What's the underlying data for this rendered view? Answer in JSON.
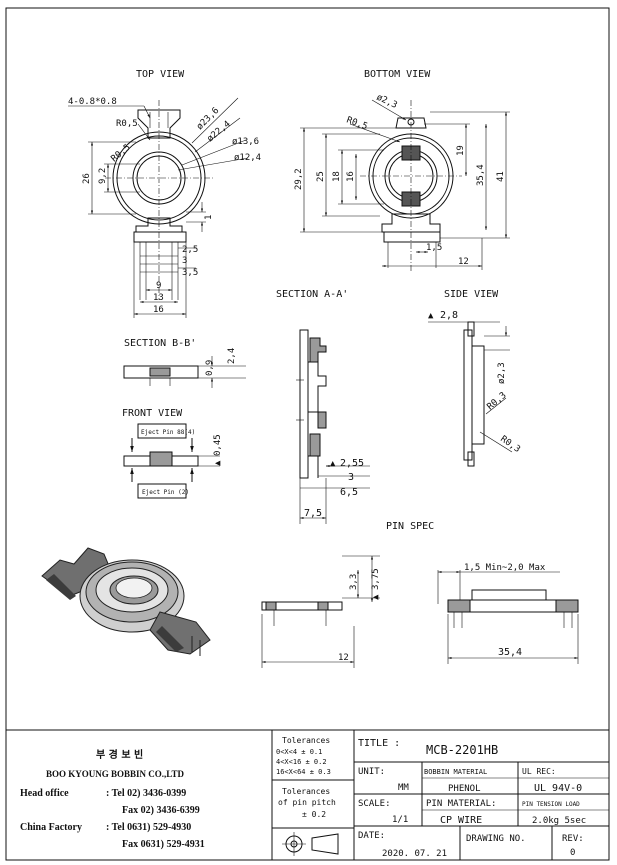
{
  "views": {
    "top_view": "TOP VIEW",
    "bottom_view": "BOTTOM VIEW",
    "section_aa": "SECTION A-A'",
    "side_view": "SIDE VIEW",
    "section_bb": "SECTION B-B'",
    "front_view": "FRONT VIEW",
    "pin_spec": "PIN SPEC"
  },
  "dims": {
    "top": {
      "hole": "4-0.8*0.8",
      "r05": "R0,5",
      "d236": "ø23,6",
      "d224": "ø22,4",
      "d136": "ø13,6",
      "d124": "ø12,4",
      "h26": "26",
      "h92": "9,2",
      "v1": "1",
      "w25": "2,5",
      "w3": "3",
      "w35": "3,5",
      "w9": "9",
      "w13": "13",
      "w16": "16"
    },
    "bottom": {
      "d23": "ø2,3",
      "r05": "R0,5",
      "h292": "29,2",
      "h25": "25",
      "h18": "18",
      "h16": "16",
      "h19": "19",
      "h354": "35,4",
      "h41": "41",
      "w15": "1,5",
      "w12": "12"
    },
    "side": {
      "t28": "2,8",
      "d23": "ø2,3",
      "r03a": "R0,3",
      "r03b": "R0,3"
    },
    "section_aa": {
      "t255": "2,55",
      "w3": "3",
      "w65": "6,5",
      "w75": "7,5"
    },
    "section_bb": {
      "h09": "0,9",
      "h24": "2,4"
    },
    "front": {
      "h045": "0,45",
      "eject_top": "Eject Pin 88(4)",
      "eject_bottom": "Eject Pin (2)"
    },
    "pin": {
      "h33": "3,3",
      "h375": "3,75",
      "len": "1,5 Min~2,0 Max",
      "w12": "12",
      "w354": "35,4"
    }
  },
  "company": {
    "korean": "부 경 보 빈",
    "name": "BOO KYOUNG BOBBIN CO.,LTD",
    "head_label": "Head office",
    "head_tel": ": Tel  02) 3436-0399",
    "head_fax": "Fax  02) 3436-6399",
    "china_label": "China Factory",
    "china_tel": ": Tel 0631) 529-4930",
    "china_fax": "Fax 0631) 529-4931"
  },
  "tolerance": {
    "title": "Tolerances",
    "r1": "0<X<4   ± 0.1",
    "r2": "4<X<16  ± 0.2",
    "r3": "16<X<64 ± 0.3",
    "pitch_title": "Tolerances",
    "pitch_sub": "of pin pitch",
    "pitch_val": "± 0.2"
  },
  "titleblock": {
    "title_label": "TITLE :",
    "title_value": "MCB-2201HB",
    "unit_label": "UNIT:",
    "unit_value": "MM",
    "bobbin_label": "BOBBIN MATERIAL",
    "bobbin_value": "PHENOL",
    "ul_label": "UL REC:",
    "ul_value": "UL 94V-0",
    "scale_label": "SCALE:",
    "scale_value": "1/1",
    "pin_label": "PIN MATERIAL:",
    "pin_value": "CP WIRE",
    "tension_label": "PIN TENSION LOAD",
    "tension_value": "2.0kg 5sec",
    "date_label": "DATE:",
    "date_value": "2020. 07. 21",
    "drawing_label": "DRAWING NO.",
    "rev_label": "REV:",
    "rev_value": "0"
  }
}
